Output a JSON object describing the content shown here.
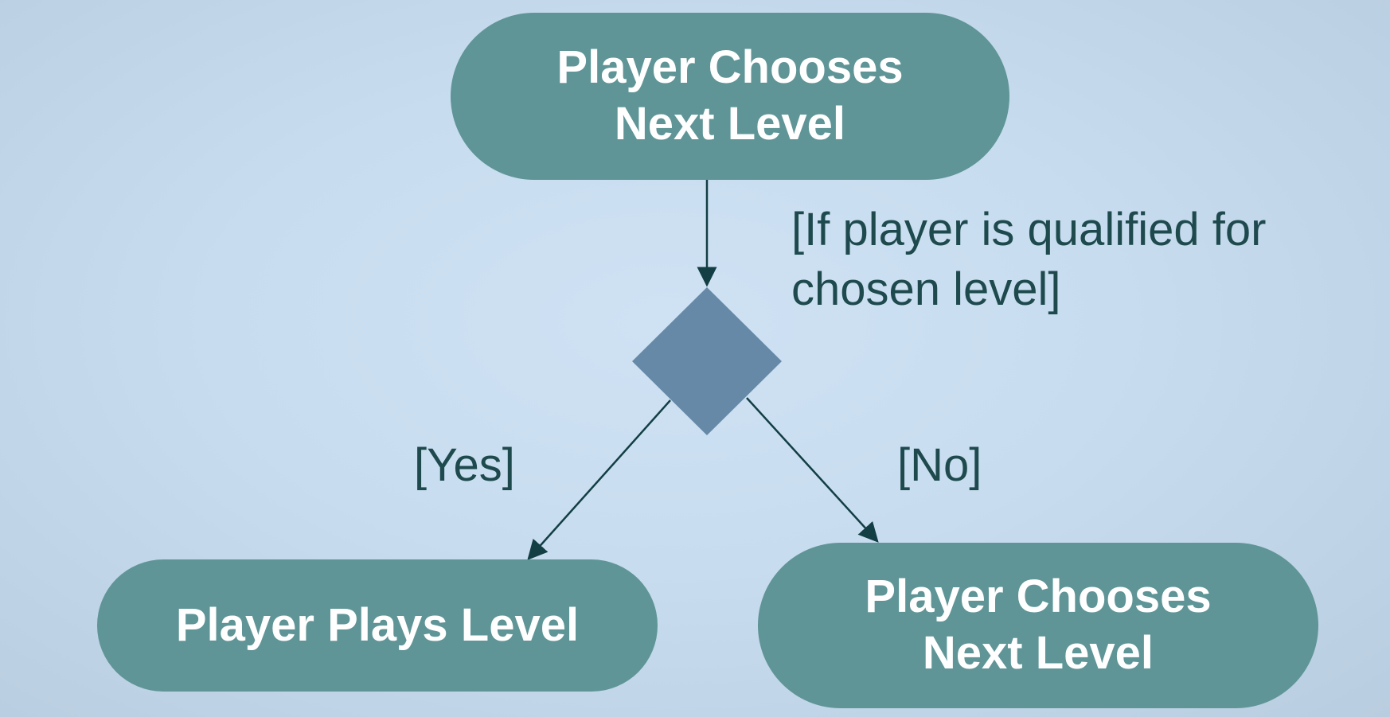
{
  "diagram": {
    "nodes": {
      "start": "Player Chooses\nNext Level",
      "yes_target": "Player Plays Level",
      "no_target": "Player Chooses\nNext Level"
    },
    "decision": {
      "guard": "[If player is qualified for\nchosen level]",
      "yes_label": "[Yes]",
      "no_label": "[No]"
    }
  },
  "colors": {
    "node_fill": "#5f9597",
    "decision_fill": "#6689a8",
    "edge": "#123e44",
    "label_text": "#1e4a4e",
    "background": "#c9ddf0"
  }
}
